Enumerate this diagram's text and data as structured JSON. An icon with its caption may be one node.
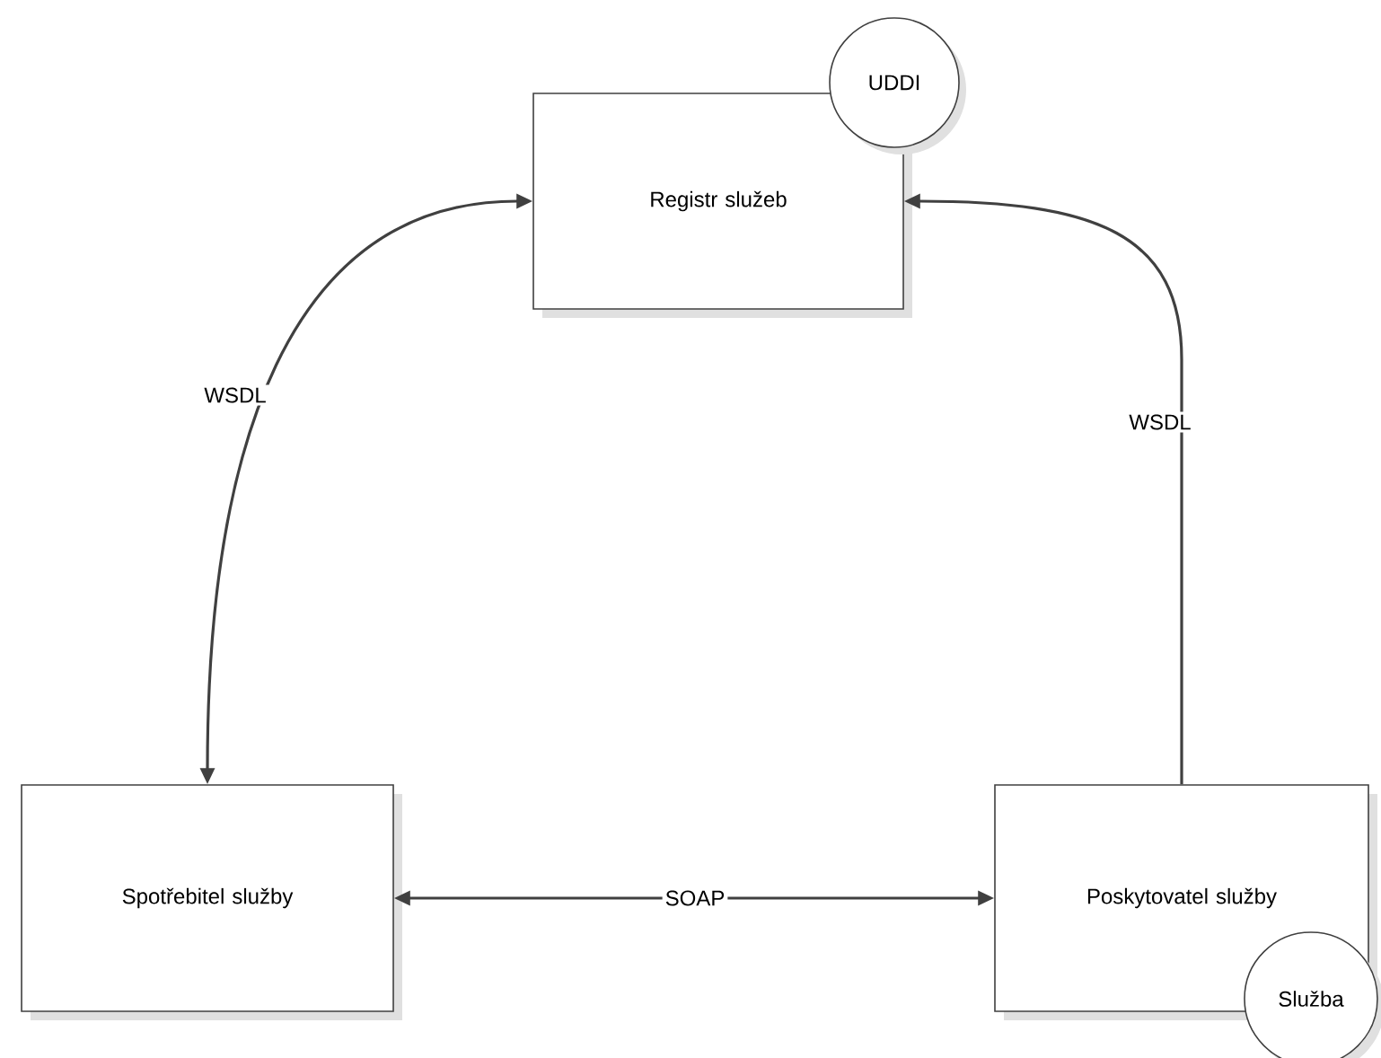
{
  "diagram": {
    "nodes": [
      {
        "text": [
          "Registr služeb"
        ]
      },
      {
        "text": [
          "UDDI"
        ]
      },
      {
        "text": [
          "Spotřebitel služby"
        ]
      },
      {
        "text": [
          "Poskytovatel služby"
        ]
      },
      {
        "text": [
          "Služba"
        ]
      }
    ],
    "edges": [
      {
        "from": 2,
        "to": 0,
        "arrow": "both",
        "label": "WSDL"
      },
      {
        "from": 3,
        "to": 0,
        "arrow": "to",
        "label": "WSDL"
      },
      {
        "from": 2,
        "to": 3,
        "arrow": "both",
        "label": "SOAP"
      }
    ]
  }
}
